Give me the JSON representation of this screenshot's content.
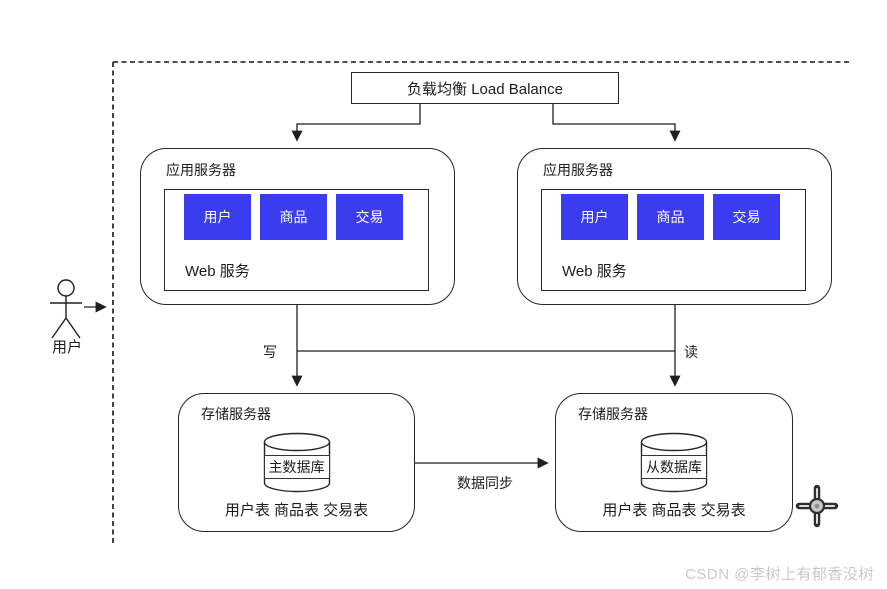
{
  "diagram": {
    "load_balancer": {
      "label": "负载均衡 Load Balance"
    },
    "actor": {
      "label": "用户"
    },
    "app_server_left": {
      "title": "应用服务器",
      "modules": [
        "用户",
        "商品",
        "交易"
      ],
      "web_label": "Web 服务"
    },
    "app_server_right": {
      "title": "应用服务器",
      "modules": [
        "用户",
        "商品",
        "交易"
      ],
      "web_label": "Web 服务"
    },
    "storage_left": {
      "title": "存储服务器",
      "db_label": "主数据库",
      "tables": "用户表 商品表 交易表"
    },
    "storage_right": {
      "title": "存储服务器",
      "db_label": "从数据库",
      "tables": "用户表 商品表 交易表"
    },
    "edges": {
      "write": "写",
      "read": "读",
      "sync": "数据同步"
    },
    "colors": {
      "module_blue": "#3b3bef",
      "line": "#1f1f23",
      "watermark": "#c9c9c9"
    }
  },
  "watermark": {
    "text": "CSDN @李树上有郁香没树"
  }
}
